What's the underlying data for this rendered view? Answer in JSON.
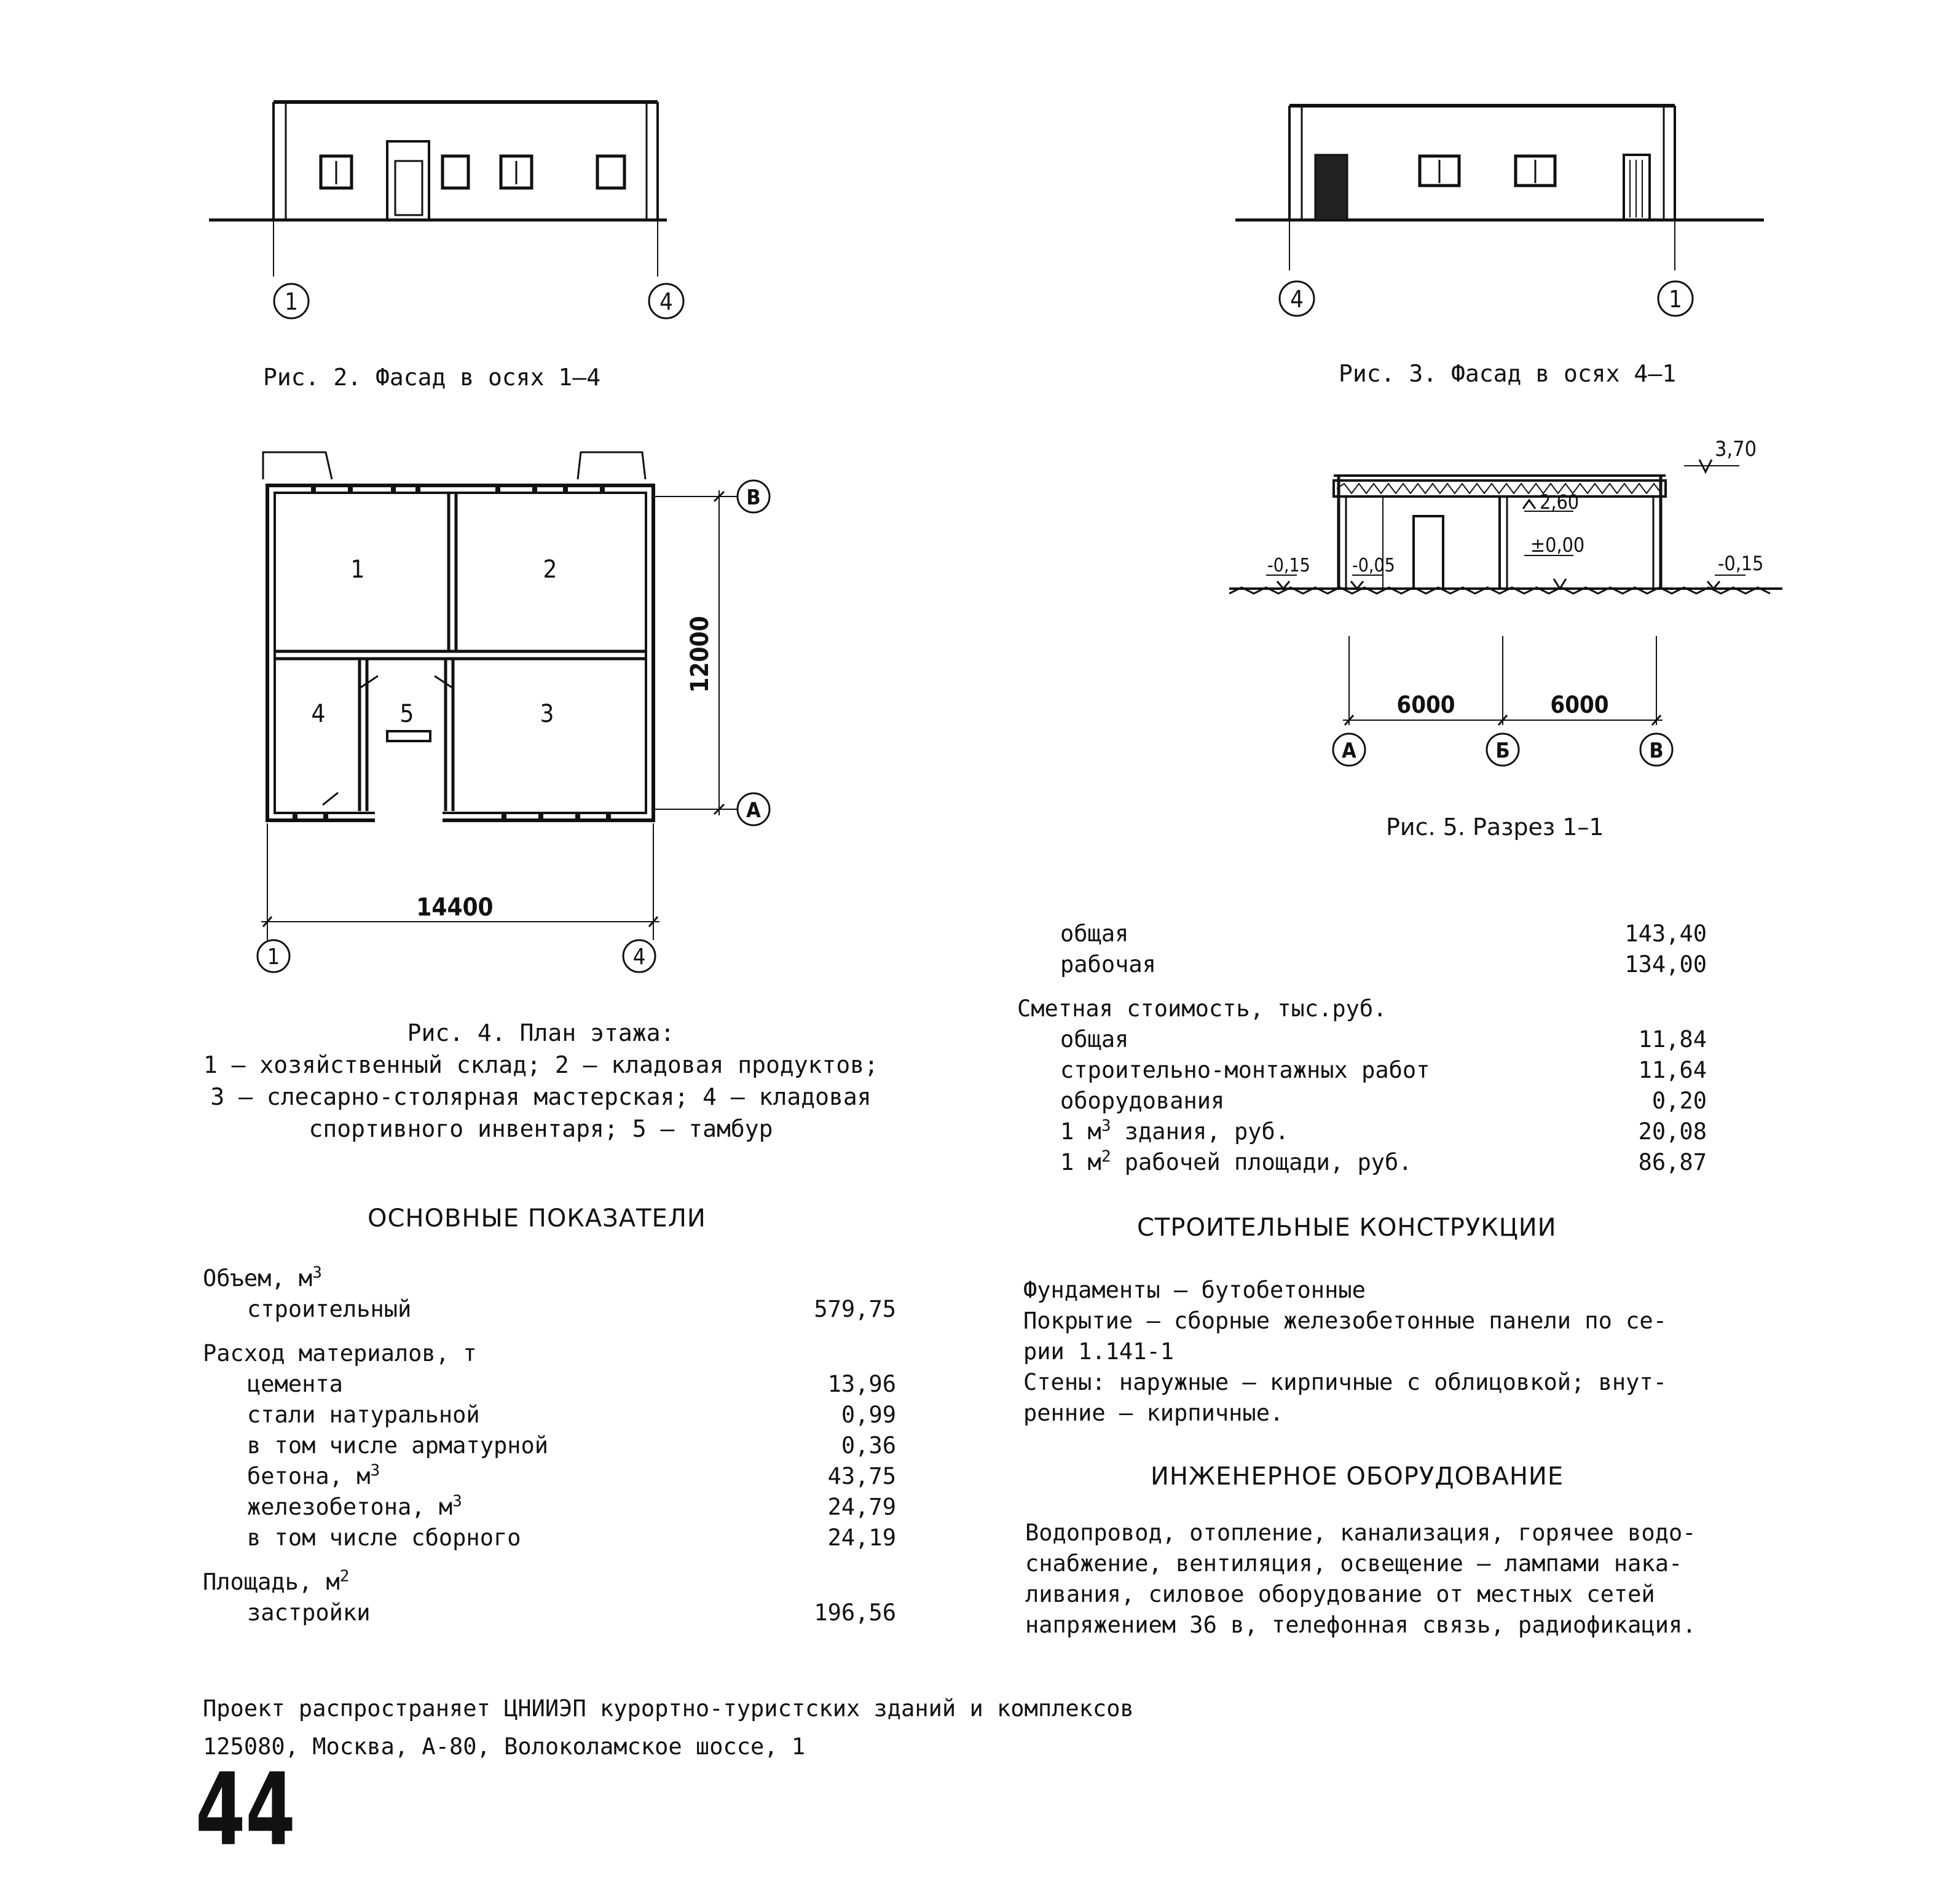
{
  "figures": {
    "fig2": {
      "caption": "Рис. 2. Фасад в осях 1–4",
      "axis_left": "1",
      "axis_right": "4"
    },
    "fig3": {
      "caption": "Рис. 3. Фасад в осях 4–1",
      "axis_left": "4",
      "axis_right": "1"
    },
    "fig4": {
      "caption": [
        "Рис. 4. План этажа:",
        "1 – хозяйственный склад; 2 – кладовая продуктов;",
        "3 – слесарно-столярная мастерская; 4 – кладовая",
        "спортивного инвентаря; 5 – тамбур"
      ],
      "room_numbers": [
        "1",
        "2",
        "3",
        "4",
        "5"
      ],
      "dim_width": "14400",
      "dim_depth": "12000",
      "axis_bottom_left": "1",
      "axis_bottom_right": "4",
      "axis_top": "В",
      "axis_bottom": "А"
    },
    "fig5": {
      "caption": "Рис. 5. Разрез 1–1",
      "elev_top": "3,70",
      "elev_ceiling": "2,60",
      "elev_floor": "±0,00",
      "elev_left_outer": "-0,15",
      "elev_left_inner": "-0,05",
      "elev_right": "-0,15",
      "dim_left": "6000",
      "dim_right": "6000",
      "axis_a": "А",
      "axis_b": "Б",
      "axis_c": "В"
    }
  },
  "main_indicators": {
    "heading": "ОСНОВНЫЕ ПОКАЗАТЕЛИ",
    "volume_label": "Объем, м",
    "volume_unit_sup": "3",
    "volume_building_label": "строительный",
    "volume_building_value": "579,75",
    "materials_label": "Расход материалов, т",
    "materials": [
      {
        "label": "цемента",
        "value": "13,96"
      },
      {
        "label": "стали натуральной",
        "value": "0,99"
      },
      {
        "label": "в том числе арматурной",
        "value": "0,36"
      },
      {
        "label": "бетона, м",
        "sup": "3",
        "value": "43,75"
      },
      {
        "label": "железобетона, м",
        "sup": "3",
        "value": "24,79"
      },
      {
        "label": "в том числе сборного",
        "value": "24,19"
      }
    ],
    "area_label": "Площадь, м",
    "area_unit_sup": "2",
    "area_built_label": "застройки",
    "area_built_value": "196,56"
  },
  "area_continued": [
    {
      "label": "общая",
      "value": "143,40"
    },
    {
      "label": "рабочая",
      "value": "134,00"
    }
  ],
  "cost": {
    "label": "Сметная стоимость, тыс.руб.",
    "items": [
      {
        "label": "общая",
        "value": "11,84"
      },
      {
        "label": "строительно-монтажных работ",
        "value": "11,64"
      },
      {
        "label": "оборудования",
        "value": "0,20"
      },
      {
        "label_pre": "1 м",
        "sup": "3",
        "label_post": " здания, руб.",
        "value": "20,08"
      },
      {
        "label_pre": "1 м",
        "sup": "2",
        "label_post": " рабочей площади, руб.",
        "value": "86,87"
      }
    ]
  },
  "constructions": {
    "heading": "СТРОИТЕЛЬНЫЕ КОНСТРУКЦИИ",
    "lines": [
      "Фундаменты – бутобетонные",
      "Покрытие – сборные железобетонные панели по се-",
      "рии 1.141-1",
      "Стены: наружные – кирпичные с облицовкой; внут-",
      "ренние – кирпичные."
    ]
  },
  "engineering": {
    "heading": "ИНЖЕНЕРНОЕ ОБОРУДОВАНИЕ",
    "lines": [
      "Водопровод, отопление, канализация, горячее водо-",
      "снабжение, вентиляция, освещение – лампами нака-",
      "ливания, силовое оборудование от местных сетей",
      "напряжением 36 в, телефонная связь, радиофикация."
    ]
  },
  "footer": {
    "line1": "Проект распространяет ЦНИИЭП курортно-туристских зданий и комплексов",
    "line2": "125080, Москва, А-80, Волоколамское шоссе, 1",
    "page_number": "44"
  }
}
